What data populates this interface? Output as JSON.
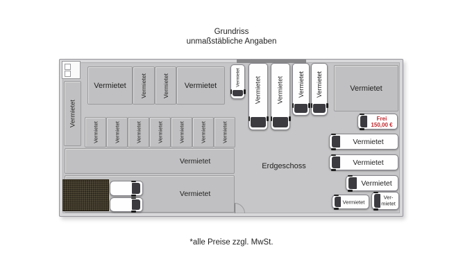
{
  "header": {
    "title": "Grundriss",
    "subtitle": "unmaßstäbliche Angaben"
  },
  "plan": {
    "floor_label": "Erdgeschoss",
    "rented_label": "Vermietet",
    "free_unit": {
      "status": "Frei",
      "price": "150,00 €"
    },
    "split_rented": {
      "line1": "Ver-",
      "line2": "mietet"
    },
    "colors": {
      "floor": "#c6c6c8",
      "unit": "#c0c0c2",
      "wall": "#d8d8da",
      "van_body": "#fefefe",
      "free_text": "#c1272d",
      "ramp": "#3f3827"
    }
  },
  "footer": {
    "note": "*alle Preise zzgl. MwSt."
  }
}
